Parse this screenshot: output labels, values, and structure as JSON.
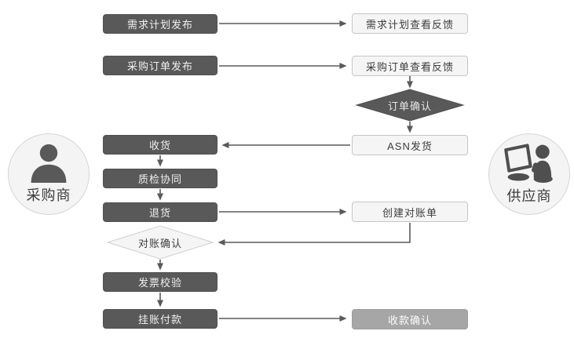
{
  "diagram": {
    "type": "flowchart",
    "actors": {
      "buyer": {
        "label": "采购商",
        "icon": "user-silhouette-icon"
      },
      "supplier": {
        "label": "供应商",
        "icon": "user-laptop-icon"
      }
    },
    "nodes": {
      "demand_plan_publish": {
        "label": "需求计划发布",
        "style": "dark",
        "lane": "buyer"
      },
      "demand_plan_feedback": {
        "label": "需求计划查看反馈",
        "style": "light",
        "lane": "supplier"
      },
      "po_publish": {
        "label": "采购订单发布",
        "style": "dark",
        "lane": "buyer"
      },
      "po_feedback": {
        "label": "采购订单查看反馈",
        "style": "light",
        "lane": "supplier"
      },
      "order_confirm": {
        "label": "订单确认",
        "style": "dark-diamond",
        "lane": "supplier"
      },
      "receive_goods": {
        "label": "收货",
        "style": "dark",
        "lane": "buyer"
      },
      "asn_ship": {
        "label": "ASN发货",
        "style": "light",
        "lane": "supplier"
      },
      "quality_collab": {
        "label": "质检协同",
        "style": "dark",
        "lane": "buyer"
      },
      "return_goods": {
        "label": "退货",
        "style": "dark",
        "lane": "buyer"
      },
      "create_statement": {
        "label": "创建对账单",
        "style": "light",
        "lane": "supplier"
      },
      "reconcile_confirm": {
        "label": "对账确认",
        "style": "light-diamond",
        "lane": "buyer"
      },
      "invoice_verify": {
        "label": "发票校验",
        "style": "dark",
        "lane": "buyer"
      },
      "book_payment": {
        "label": "挂账付款",
        "style": "dark",
        "lane": "buyer"
      },
      "receipt_confirm": {
        "label": "收款确认",
        "style": "medium",
        "lane": "supplier"
      }
    },
    "edges": [
      {
        "from": "demand_plan_publish",
        "to": "demand_plan_feedback"
      },
      {
        "from": "po_publish",
        "to": "po_feedback"
      },
      {
        "from": "po_feedback",
        "to": "order_confirm"
      },
      {
        "from": "order_confirm",
        "to": "asn_ship"
      },
      {
        "from": "asn_ship",
        "to": "receive_goods"
      },
      {
        "from": "receive_goods",
        "to": "quality_collab"
      },
      {
        "from": "quality_collab",
        "to": "return_goods"
      },
      {
        "from": "return_goods",
        "to": "create_statement"
      },
      {
        "from": "create_statement",
        "to": "reconcile_confirm"
      },
      {
        "from": "reconcile_confirm",
        "to": "invoice_verify"
      },
      {
        "from": "invoice_verify",
        "to": "book_payment"
      },
      {
        "from": "book_payment",
        "to": "receipt_confirm"
      }
    ],
    "colors": {
      "dark_fill": "#595959",
      "light_fill": "#f5f5f5",
      "light_border": "#c6c6c6",
      "medium_fill": "#a6a6a6",
      "line": "#5a5a5a",
      "background": "#ffffff"
    }
  }
}
